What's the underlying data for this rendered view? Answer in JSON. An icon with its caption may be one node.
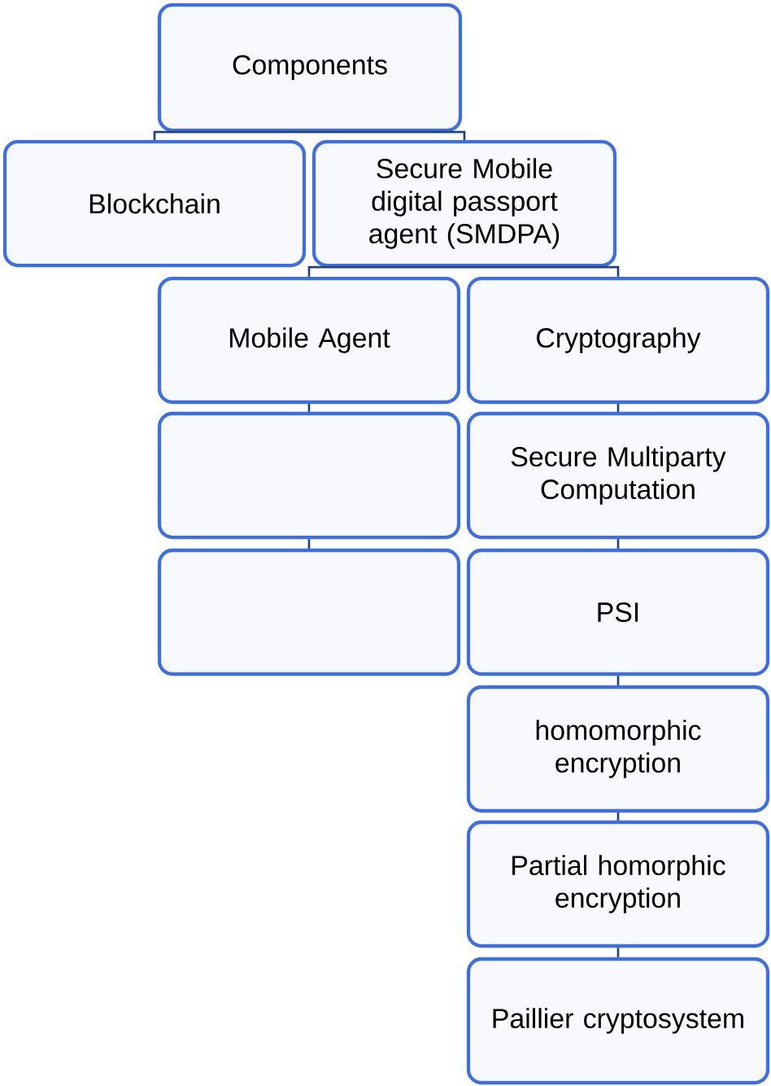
{
  "diagram": {
    "nodes": [
      {
        "text": [
          "Components"
        ]
      },
      {
        "text": [
          "Blockchain"
        ]
      },
      {
        "text": [
          "Secure Mobile digital passport agent (SMDPA)"
        ]
      },
      {
        "text": [
          "Mobile Agent"
        ]
      },
      {
        "text": [
          "Cryptography"
        ]
      },
      {
        "text": [],
        "shape": "box"
      },
      {
        "text": [
          "Secure Multiparty Computation"
        ]
      },
      {
        "text": [],
        "shape": "box"
      },
      {
        "text": [
          "PSI"
        ]
      },
      {
        "text": [
          "homomorphic encryption"
        ]
      },
      {
        "text": [
          "Partial homorphic encryption"
        ]
      },
      {
        "text": [
          "Paillier cryptosystem"
        ]
      }
    ],
    "edges": [
      {
        "from": 0,
        "to": 1,
        "arrow": "none"
      },
      {
        "from": 0,
        "to": 2,
        "arrow": "none"
      },
      {
        "from": 2,
        "to": 3,
        "arrow": "none"
      },
      {
        "from": 2,
        "to": 4,
        "arrow": "none"
      },
      {
        "from": 3,
        "to": 5,
        "arrow": "none"
      },
      {
        "from": 5,
        "to": 7,
        "arrow": "none"
      },
      {
        "from": 4,
        "to": 6,
        "arrow": "none"
      },
      {
        "from": 6,
        "to": 8,
        "arrow": "none"
      },
      {
        "from": 8,
        "to": 9,
        "arrow": "none"
      },
      {
        "from": 9,
        "to": 10,
        "arrow": "none"
      },
      {
        "from": 10,
        "to": 11,
        "arrow": "none"
      }
    ]
  }
}
